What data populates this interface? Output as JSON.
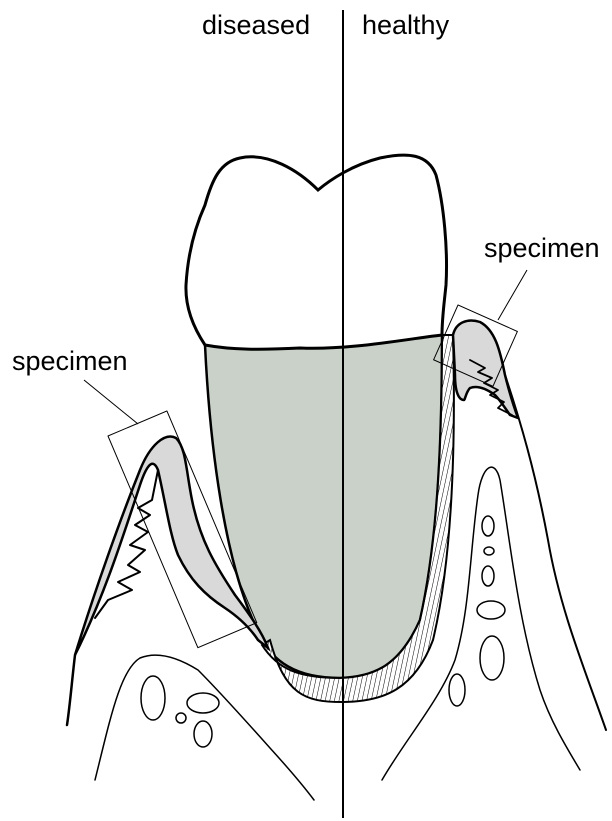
{
  "labels": {
    "diseased": "diseased",
    "healthy": "healthy",
    "specimen_left": "specimen",
    "specimen_right": "specimen"
  },
  "colors": {
    "root": "#c9d1c9",
    "gingiva_tissue": "#d9d9d9",
    "outline": "#000000",
    "background": "#ffffff"
  }
}
